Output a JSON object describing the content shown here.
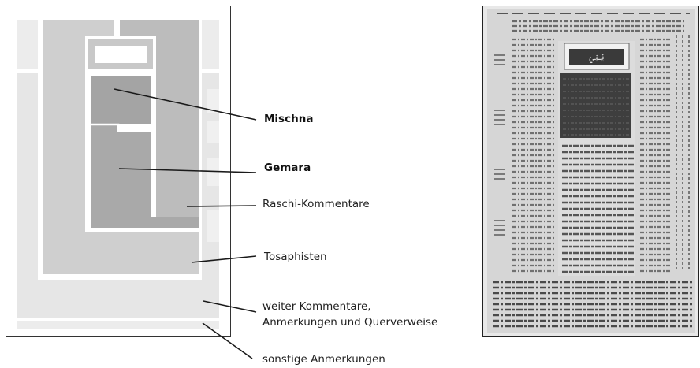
{
  "labels": {
    "mischna": "Mischna",
    "gemara": "Gemara",
    "raschi": "Raschi-Kommentare",
    "tosaphisten": "Tosaphisten",
    "weitere_line1": "weiter Kommentare,",
    "weitere_line2": "Anmerkungen und Querverweise",
    "sonstige": "sonstige Anmerkungen"
  },
  "colors": {
    "mischna_gemara": "#a9a9a9",
    "raschi": "#bcbcbc",
    "tosaphisten": "#cfcfcf",
    "weitere": "#e6e6e6",
    "sonstige": "#ececec",
    "leader_lines": "#1a1a1a",
    "frame": "#333333"
  }
}
